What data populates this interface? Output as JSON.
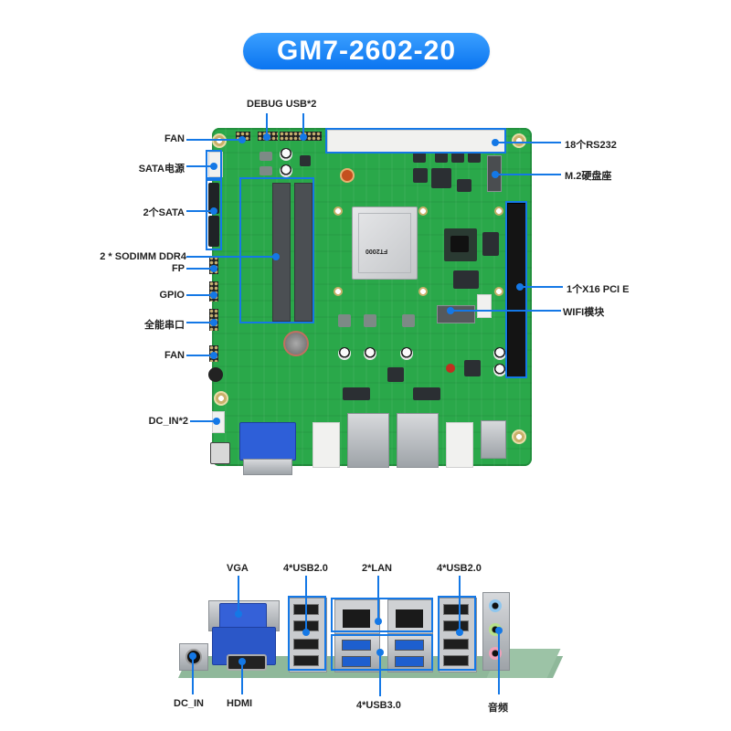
{
  "title": "GM7-2602-20",
  "top_view": {
    "labels_left": [
      {
        "id": "fan-top",
        "text": "FAN"
      },
      {
        "id": "sata-power",
        "text": "SATA电源"
      },
      {
        "id": "sata",
        "text": "2个SATA"
      },
      {
        "id": "sodimm",
        "text": "2 * SODIMM DDR4"
      },
      {
        "id": "fp",
        "text": "FP"
      },
      {
        "id": "gpio",
        "text": "GPIO"
      },
      {
        "id": "serial",
        "text": "全能串口"
      },
      {
        "id": "fan-bottom",
        "text": "FAN"
      },
      {
        "id": "dc-in-2",
        "text": "DC_IN*2"
      }
    ],
    "labels_top": [
      {
        "id": "debug-usb",
        "text": "DEBUG  USB*2"
      }
    ],
    "labels_right": [
      {
        "id": "rs232",
        "text": "18个RS232"
      },
      {
        "id": "m2",
        "text": "M.2硬盘座"
      },
      {
        "id": "pcie",
        "text": "1个X16 PCI E"
      },
      {
        "id": "wifi",
        "text": "WIFI模块"
      }
    ],
    "cpu_marking": "FT2000"
  },
  "io_view": {
    "labels_top": [
      {
        "id": "vga",
        "text": "VGA"
      },
      {
        "id": "usb20-left",
        "text": "4*USB2.0"
      },
      {
        "id": "lan",
        "text": "2*LAN"
      },
      {
        "id": "usb20-right",
        "text": "4*USB2.0"
      }
    ],
    "labels_bottom": [
      {
        "id": "dc-in",
        "text": "DC_IN"
      },
      {
        "id": "hdmi",
        "text": "HDMI"
      },
      {
        "id": "usb30",
        "text": "4*USB3.0"
      },
      {
        "id": "audio",
        "text": "音频"
      }
    ]
  },
  "colors": {
    "accent": "#1478e6",
    "title_gradient_top": "#3ba0ff",
    "title_gradient_bottom": "#0a74f0",
    "pcb_green": "#2aa84a"
  }
}
